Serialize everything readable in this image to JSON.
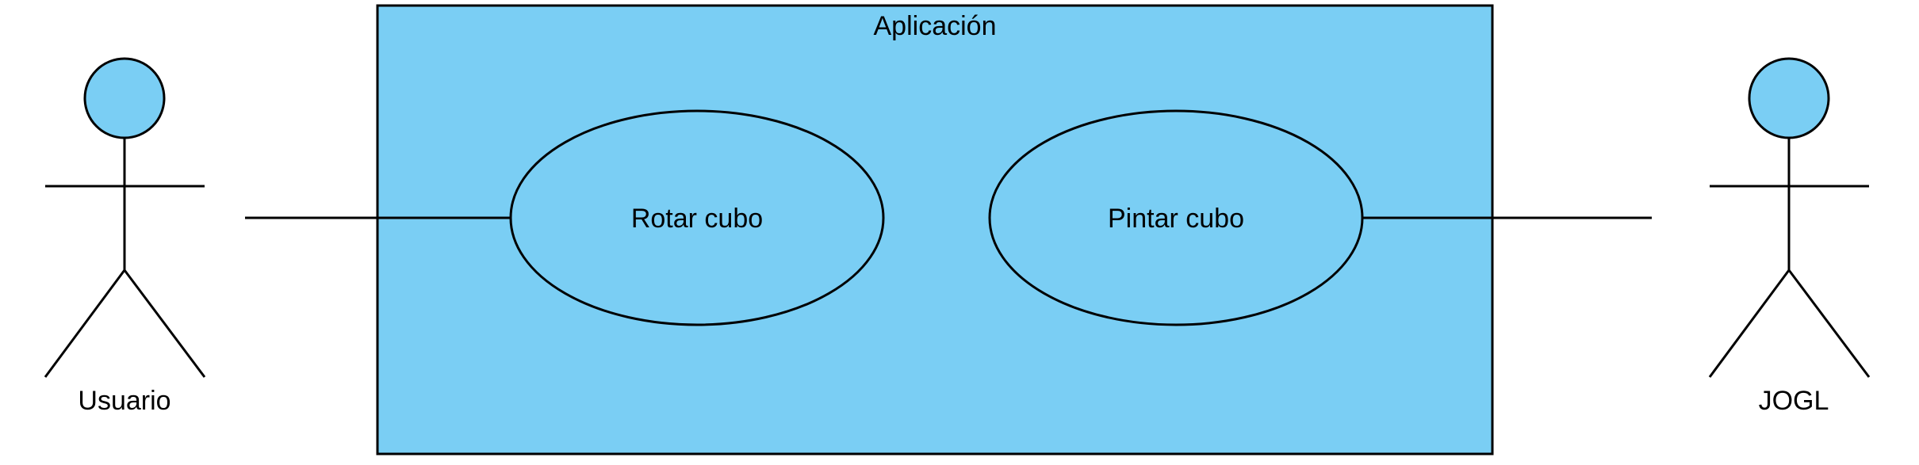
{
  "colors": {
    "fill": "#7ACEF4",
    "stroke": "#000000",
    "background": "#FFFFFF"
  },
  "system": {
    "name": "Aplicación"
  },
  "actors": [
    {
      "id": "usuario",
      "name": "Usuario"
    },
    {
      "id": "jogl",
      "name": "JOGL"
    }
  ],
  "use_cases": [
    {
      "id": "rotar",
      "label": "Rotar cubo"
    },
    {
      "id": "pintar",
      "label": "Pintar cubo"
    }
  ],
  "associations": [
    {
      "from": "usuario",
      "to": "rotar"
    },
    {
      "from": "pintar",
      "to": "jogl"
    }
  ]
}
